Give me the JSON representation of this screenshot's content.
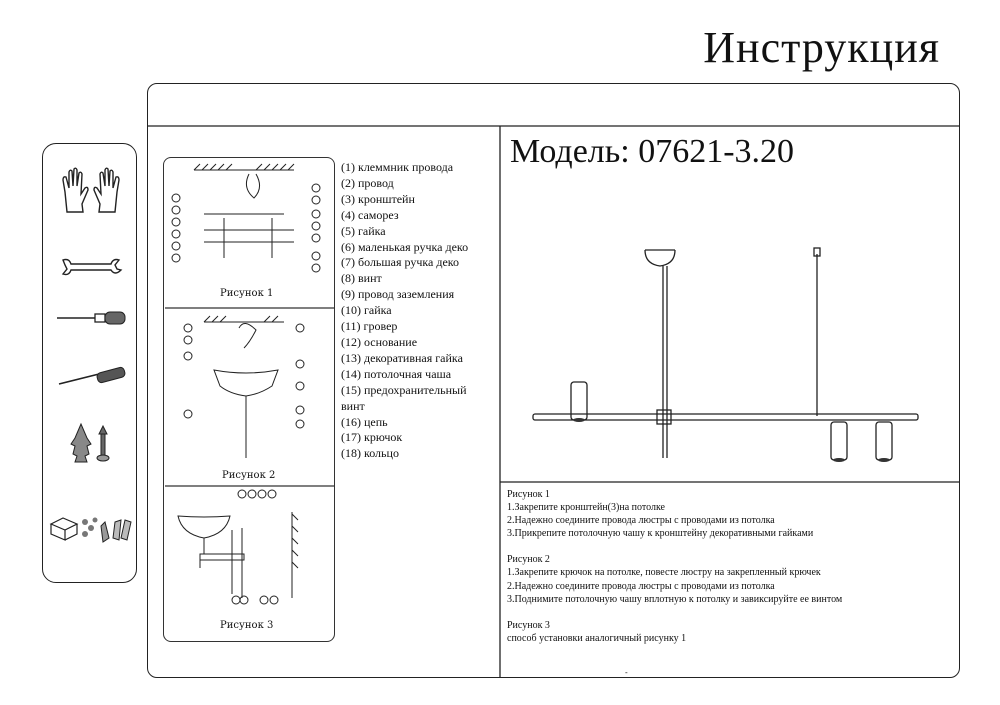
{
  "page_title": "Инструкция",
  "model_title": "Модель: 07621-3.20",
  "figures": {
    "fig1_caption": "Рисунок 1",
    "fig2_caption": "Рисунок 2",
    "fig3_caption": "Рисунок 3"
  },
  "legend": [
    "(1) клеммник провода",
    "(2) провод",
    "(3) кронштейн",
    "(4) саморез",
    "(5) гайка",
    "(6) маленькая ручка деко",
    "(7) большая ручка деко",
    "(8) винт",
    "(9) провод заземления",
    "(10) гайка",
    "(11) гровер",
    "(12) основание",
    "(13) декоративная гайка",
    "(14) потолочная чаша",
    "(15) предохранительный",
    "винт",
    "(16) цепь",
    "(17) крючок",
    "(18) кольцо"
  ],
  "instructions": {
    "fig1_title": "Рисунок 1",
    "fig1_steps": [
      "1.Закрепите кронштейн(3)на потолке",
      "2.Надежно соедините провода люстры с проводами из потолка",
      "3.Прикрепите потолочную чашу к кронштейну декоративными гайками"
    ],
    "fig2_title": "Рисунок 2",
    "fig2_steps": [
      "1.Закрепите крючок на потолке, повесте люстру на закрепленный крючек",
      "2.Надежно соедините провода люстры с проводами из потолка",
      "3.Поднимите потолочную чашу вплотную к потолку и завиксируйте ее винтом"
    ],
    "fig3_title": "Рисунок 3",
    "fig3_steps": [
      "способ установки аналогичный рисунку 1"
    ]
  },
  "footer_mark": "-"
}
